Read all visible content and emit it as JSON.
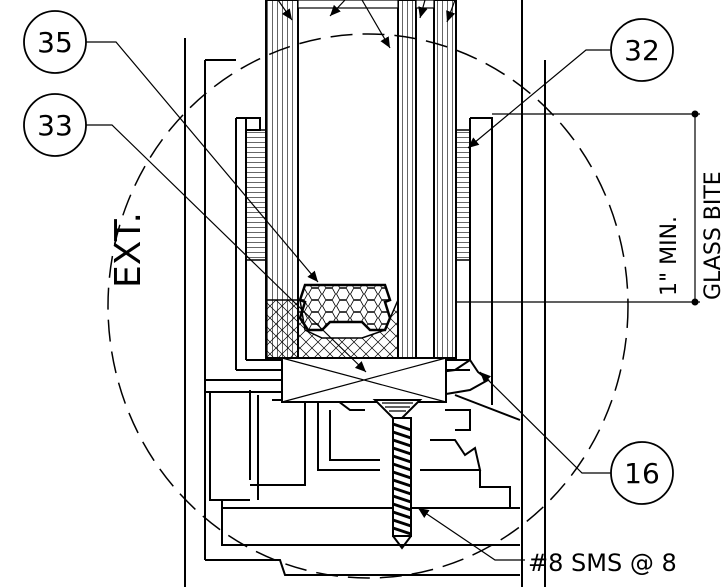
{
  "callouts": {
    "c35": "35",
    "c32": "32",
    "c33": "33",
    "c16": "16"
  },
  "labels": {
    "exterior": "EXT.",
    "min_bite": "1\" MIN.",
    "glass_bite": "GLASS BITE",
    "fastener": "#8 SMS @ 8"
  }
}
